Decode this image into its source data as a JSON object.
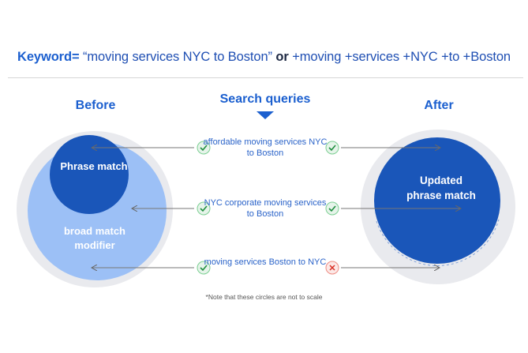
{
  "keyword": {
    "label": "Keyword=",
    "quoted": " “moving services NYC to Boston” ",
    "or": "or",
    "modifier": " +moving +services +NYC +to +Boston"
  },
  "before": {
    "title": "Before"
  },
  "after": {
    "title": "After"
  },
  "queries": {
    "title": "Search queries",
    "items": [
      {
        "text": "affordable moving services NYC to Boston",
        "before": "match",
        "after": "match"
      },
      {
        "text": "NYC corporate moving services to Boston",
        "before": "match",
        "after": "match"
      },
      {
        "text": "moving services Boston to NYC",
        "before": "match",
        "after": "no-match"
      }
    ]
  },
  "circles": {
    "phrase_match": "Phrase match",
    "broad_match_modifier": "broad match modifier",
    "updated_phrase_match": "Updated phrase match"
  },
  "note": "*Note that these circles are not to scale",
  "colors": {
    "dark_blue": "#1a56b9",
    "light_blue": "#9cc0f6",
    "outer_ring": "#e9eaee",
    "check_green": "#1e8e3e",
    "x_red": "#d93025",
    "accent": "#1b5fcf"
  }
}
